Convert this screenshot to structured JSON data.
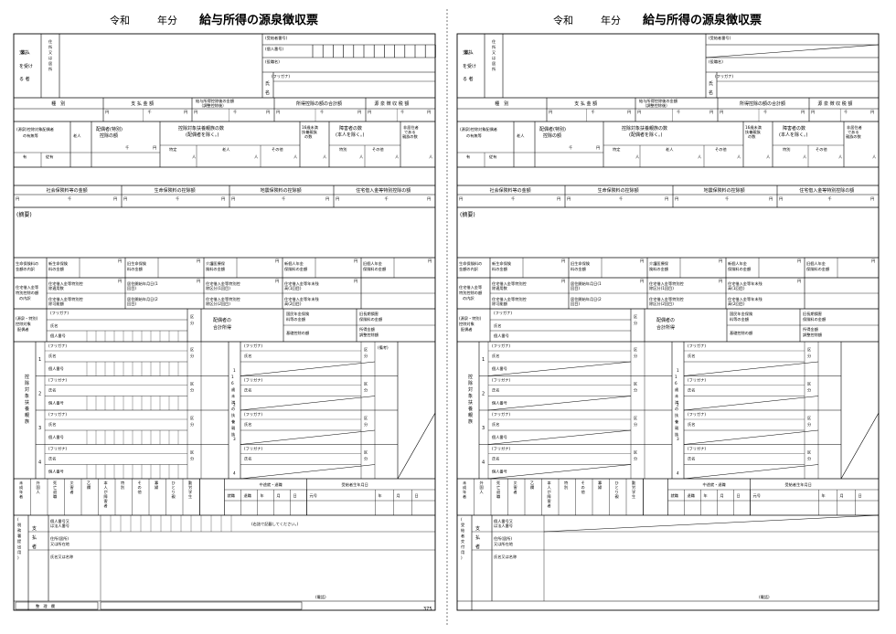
{
  "doc": {
    "era": "令和",
    "year_suffix": "年分",
    "title": "給与所得の源泉徴収票",
    "page_number": "375",
    "recipient_header": "支払を受ける者",
    "address_label": "住所又は居所",
    "juukyuu_label": "(受給者番号)",
    "individual_no_label": "(個人番号)",
    "title_label": "(役職名)",
    "furigana": "(フリガナ)",
    "name_label": "氏名",
    "row1": [
      "種　別",
      "支 払 金 額",
      "給与所得控除後の金額（調整控除後）",
      "所得控除の額の合計額",
      "源 泉 徴 収 税 額"
    ],
    "row2": [
      "(源泉)控除対象配偶者の有無等",
      "老人",
      "配偶者(特別)控除の額",
      "控除対象扶養親族の数(配偶者を除く。)",
      "16歳未満扶養親族の数",
      "障害者の数(本人を除く。)",
      "非居住者である親族の数"
    ],
    "row2_sub": [
      "有",
      "従有",
      "特定",
      "老人",
      "その他",
      "特別",
      "その他"
    ],
    "row3": [
      "社会保険料等の金額",
      "生命保険料の控除額",
      "地震保険料の控除額",
      "住宅借入金等特別控除の額"
    ],
    "summary_label": "(摘要)",
    "life_ins_label": "生命保険料の金額の内訳",
    "life_ins_items": [
      "新生命保険料の金額",
      "旧生命保険料の金額",
      "介護医療保険料の金額",
      "新個人年金保険料の金額",
      "旧個人年金保険料の金額"
    ],
    "housing_label": "住宅借入金等特別控除の額の内訳",
    "housing_items": [
      "住宅借入金等特別控除適用数",
      "居住開始年月日(1回目)",
      "住宅借入金等特別控除区分(1回目)",
      "住宅借入金等年末残高(1回目)",
      "住宅借入金等特別控除可能額",
      "居住開始年月日(2回目)",
      "住宅借入金等特別控除区分(2回目)",
      "住宅借入金等年末残高(2回目)"
    ],
    "spouse_label": "(源泉・特別)控除対象配偶者",
    "spouse_income_label": "配偶者の合計所得",
    "spouse_right": [
      "国民年金保険料等の金額",
      "旧長期損害保険料の金額",
      "基礎控除の額",
      "所得金額調整控除額"
    ],
    "ind_no": "個人番号",
    "kubun": "区分",
    "dependents_label": "控除対象扶養親族",
    "under16_label": "16歳未満の扶養親族",
    "remarks": "(備考)",
    "bottom_cols": [
      "未成年者",
      "外国人",
      "死亡退職",
      "災害者",
      "乙欄",
      "本人が障害者",
      "特別",
      "その他",
      "寡婦",
      "ひとり親",
      "勤労学生"
    ],
    "hire_label": "中途就・退職",
    "hire_cols": [
      "就職",
      "退職",
      "年",
      "月",
      "日"
    ],
    "birth_label": "受給者生年月日",
    "birth_cols": [
      "元号",
      "年",
      "月",
      "日"
    ],
    "payer_label": "支払者",
    "payer_rows": [
      "個人番号又は法人番号",
      "住所(居所)又は所在地",
      "氏名又は名称"
    ],
    "payer_note": "(右詰で記載してください。)",
    "phone_label": "(電話)",
    "supervisor_label": "整　理　欄",
    "left_side_label": "(税務署提出用)",
    "right_side_label": "(受給者交付用)",
    "yen": "円",
    "sen": "千",
    "nin": "人",
    "jukyu_right_header": "(受給者番号)",
    "dependent_nums": [
      "1",
      "2",
      "3",
      "4"
    ]
  }
}
